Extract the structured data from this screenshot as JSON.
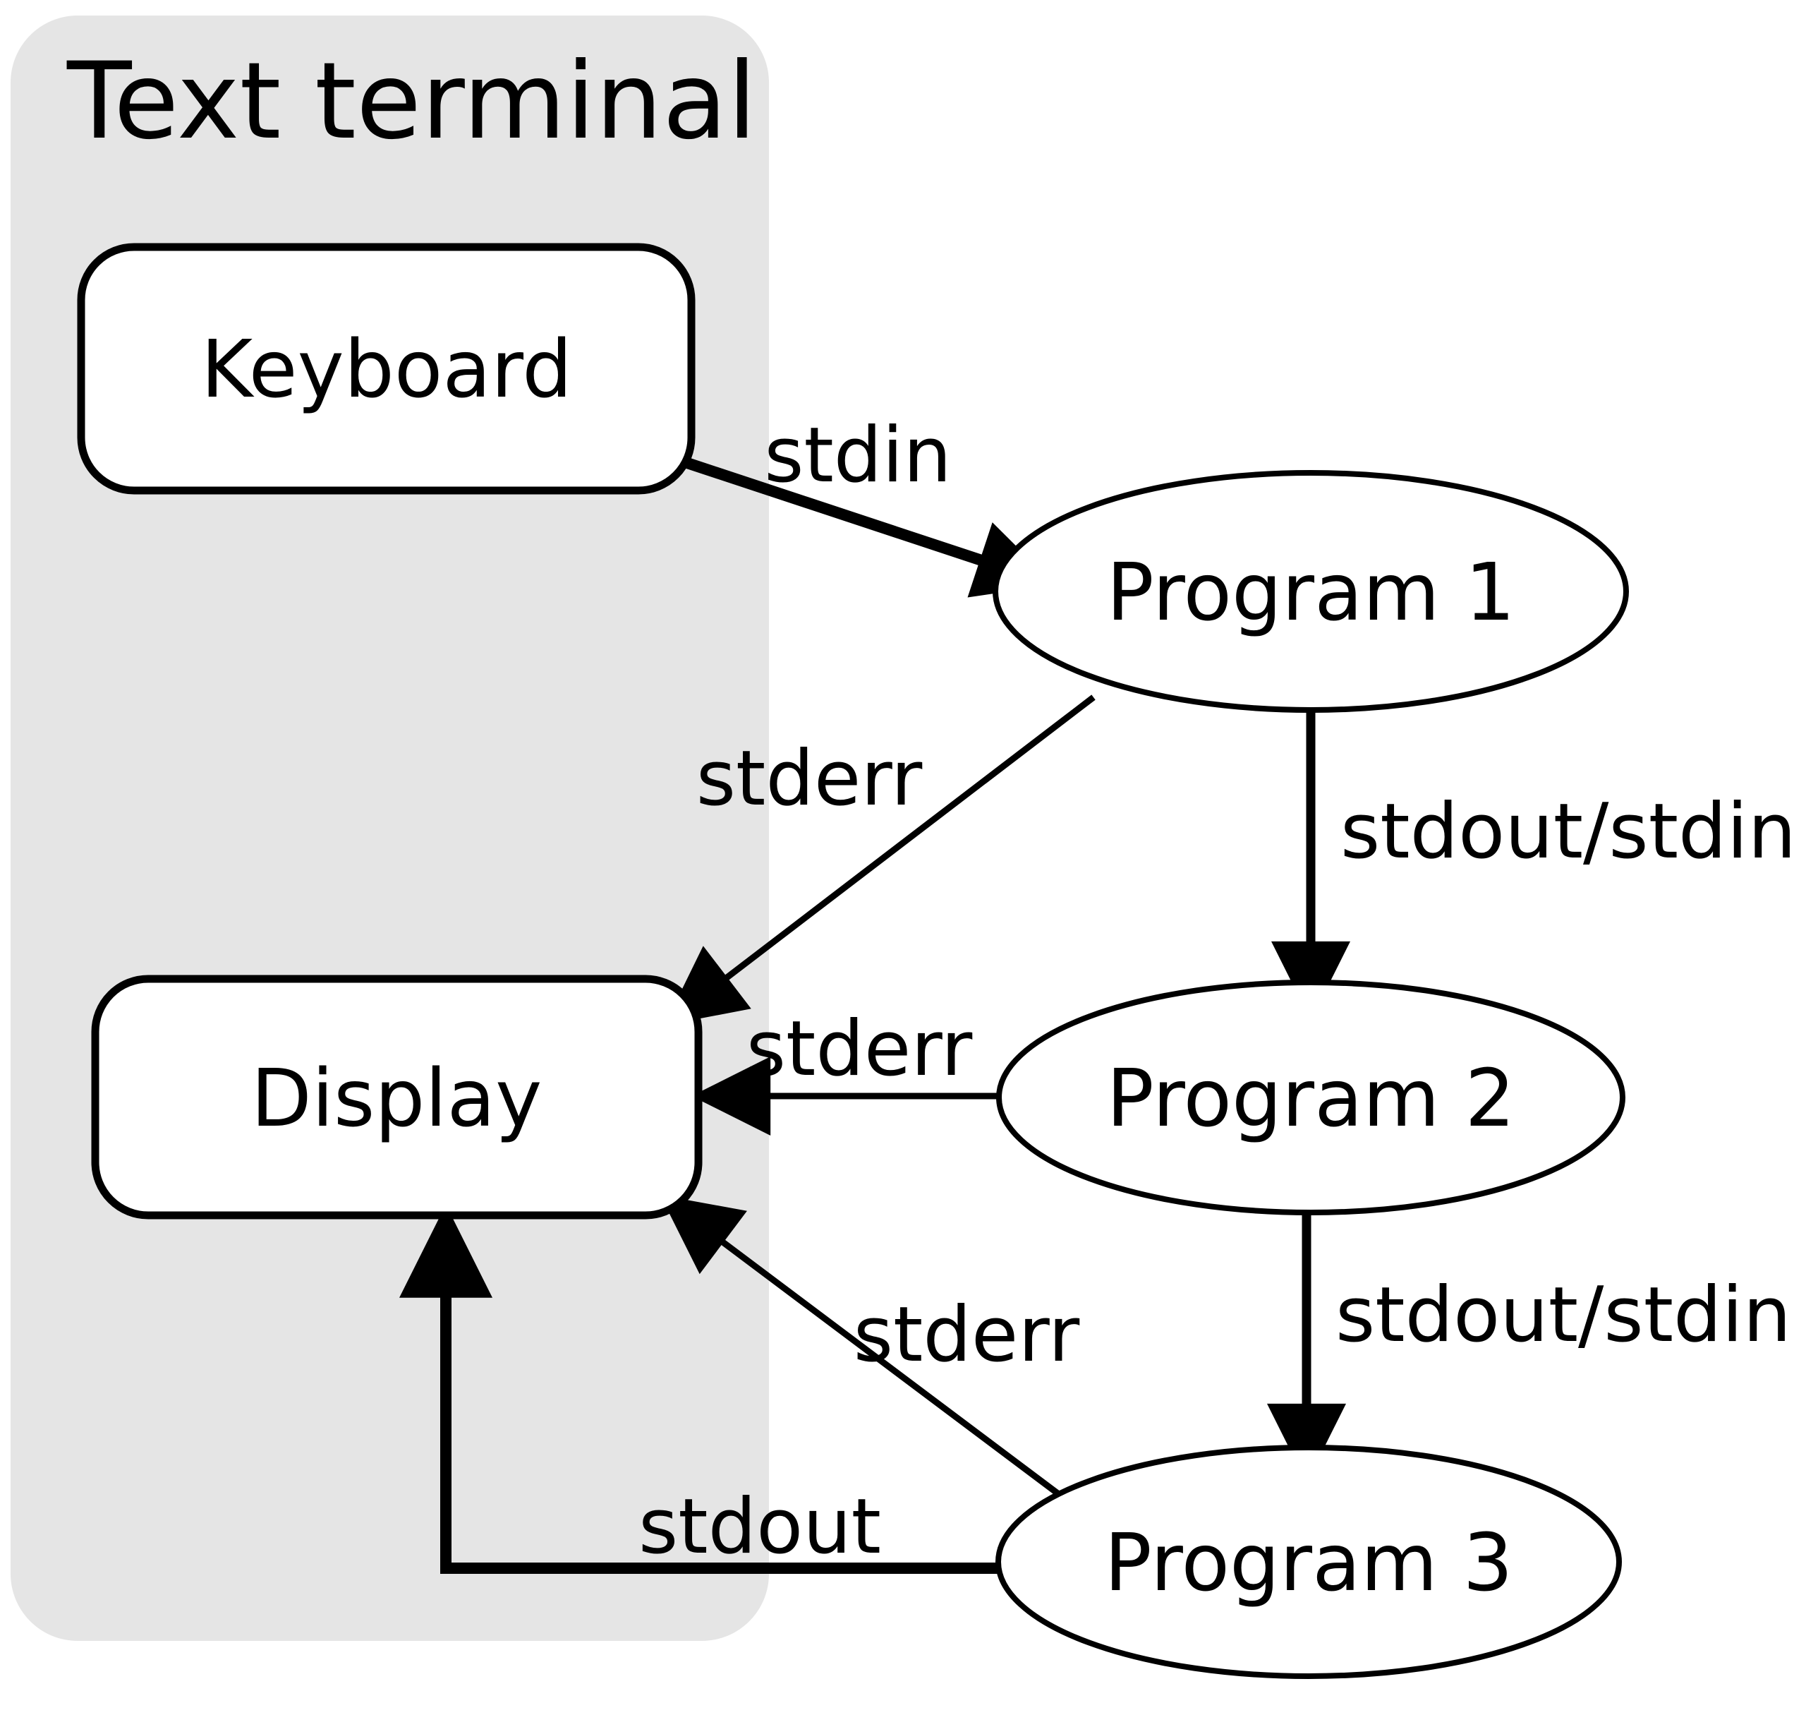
{
  "title": "Text terminal",
  "colors": {
    "background": "#ffffff",
    "terminal_fill": "#e5e5e5",
    "line": "#000000",
    "node_fill": "#ffffff"
  },
  "terminal_group": {
    "label": "Text terminal",
    "contains": [
      "Keyboard",
      "Display"
    ]
  },
  "nodes": {
    "keyboard": {
      "label": "Keyboard",
      "shape": "rounded-rect"
    },
    "display": {
      "label": "Display",
      "shape": "rounded-rect"
    },
    "program1": {
      "label": "Program 1",
      "shape": "ellipse"
    },
    "program2": {
      "label": "Program 2",
      "shape": "ellipse"
    },
    "program3": {
      "label": "Program 3",
      "shape": "ellipse"
    }
  },
  "edges": {
    "stdin": {
      "label": "stdin",
      "from": "Keyboard",
      "to": "Program 1",
      "style": "thick"
    },
    "p1_stderr": {
      "label": "stderr",
      "from": "Program 1",
      "to": "Display",
      "style": "thin"
    },
    "p1_p2_pipe": {
      "label": "stdout/stdin",
      "from": "Program 1",
      "to": "Program 2",
      "style": "thin"
    },
    "p2_stderr": {
      "label": "stderr",
      "from": "Program 2",
      "to": "Display",
      "style": "thin"
    },
    "p2_p3_pipe": {
      "label": "stdout/stdin",
      "from": "Program 2",
      "to": "Program 3",
      "style": "thin"
    },
    "p3_stderr": {
      "label": "stderr",
      "from": "Program 3",
      "to": "Display",
      "style": "thin"
    },
    "p3_stdout": {
      "label": "stdout",
      "from": "Program 3",
      "to": "Display",
      "style": "thick"
    }
  }
}
